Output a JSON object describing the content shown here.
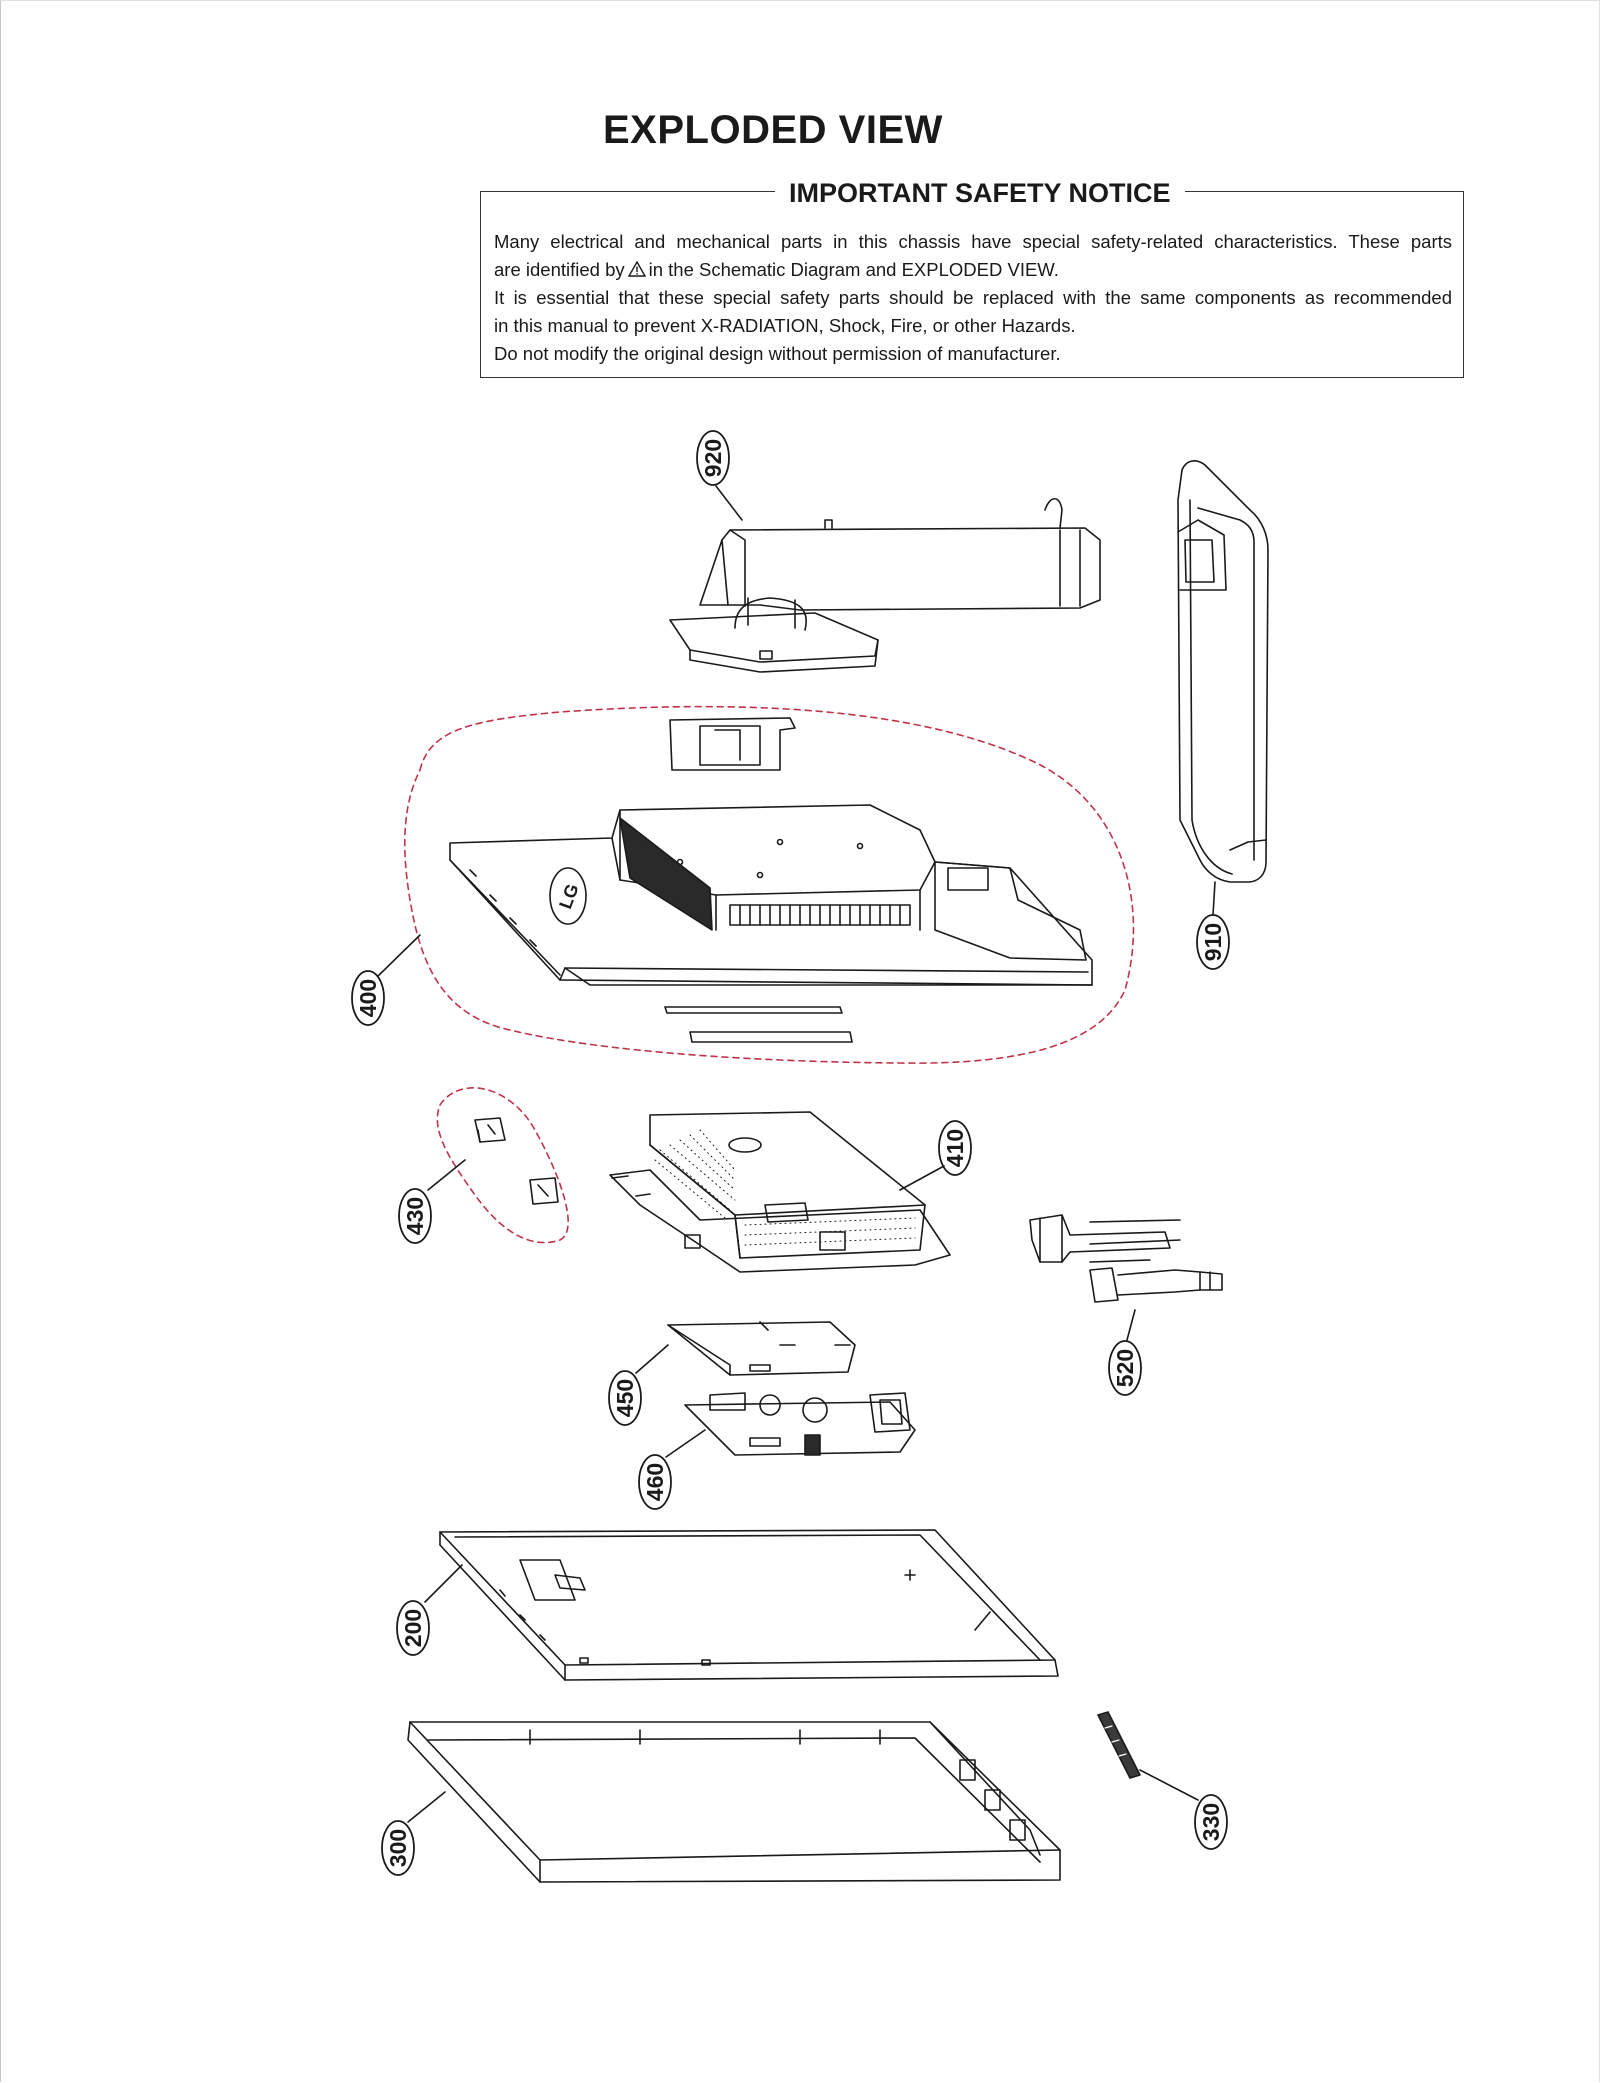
{
  "title": "EXPLODED VIEW",
  "notice": {
    "title": "IMPORTANT SAFETY NOTICE",
    "line1": "Many electrical and mechanical parts in this chassis have special safety-related characteristics. These parts",
    "line2_before": "are identified by",
    "line2_after": "in the Schematic Diagram and EXPLODED VIEW.",
    "line3": "It is essential that these special safety parts should be replaced with the same components as recommended",
    "line4": "in this manual to prevent X-RADIATION, Shock, Fire, or other Hazards.",
    "line5": "Do not modify the original design without permission of manufacturer.",
    "warning_icon": "warning-triangle-icon"
  },
  "callouts": {
    "c920": "920",
    "c910": "910",
    "c400": "400",
    "c410": "410",
    "c430": "430",
    "c520": "520",
    "c450": "450",
    "c460": "460",
    "c200": "200",
    "c300": "300",
    "c330": "330"
  },
  "colors": {
    "line": "#1a1a1a",
    "group_outline": "#c0344a"
  }
}
